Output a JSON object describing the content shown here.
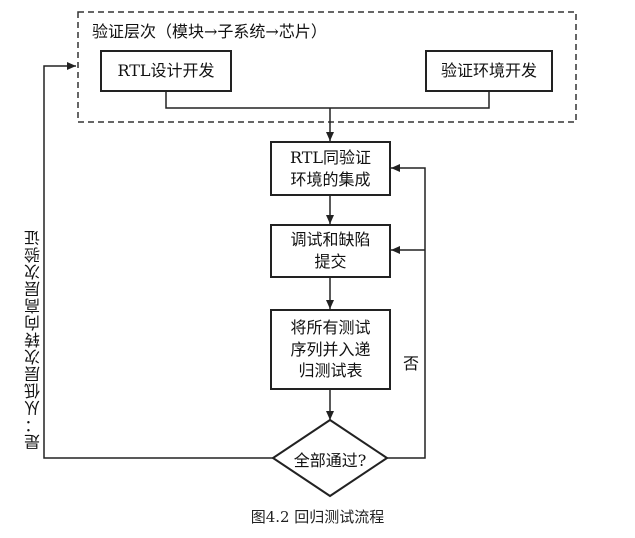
{
  "group": {
    "title": "验证层次（模块→子系统→芯片）",
    "left_box": "RTL设计开发",
    "right_box": "验证环境开发"
  },
  "steps": [
    {
      "lines": [
        "RTL同验证",
        "环境的集成"
      ]
    },
    {
      "lines": [
        "调试和缺陷",
        "提交"
      ]
    },
    {
      "lines": [
        "将所有测试",
        "序列并入递",
        "归测试表"
      ]
    }
  ],
  "decision": "全部通过?",
  "no_label": "否",
  "yes_label": "是：从低层次转向高层次验证",
  "caption": "图4.2 回归测试流程"
}
